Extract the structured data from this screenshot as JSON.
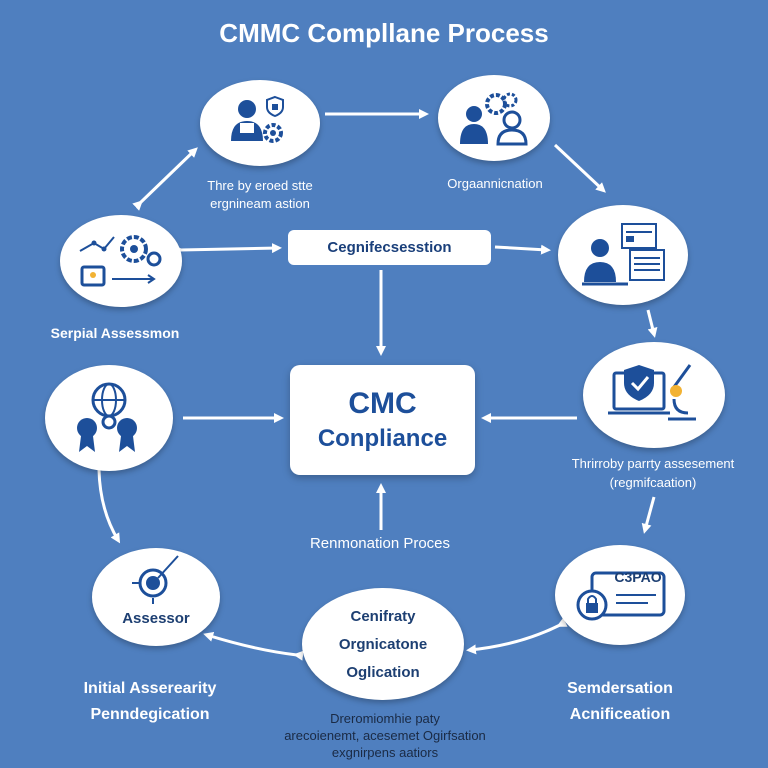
{
  "title": "CMMC Compllane Process",
  "center": {
    "line1": "CMC",
    "line2": "Conpliance"
  },
  "top_box": "Cegnifecsesstion",
  "labels": {
    "top_left_1": "Thre by eroed stte",
    "top_left_2": "ergnineam astion",
    "top_right": "Orgaannicnation",
    "left_mid": "Serpial Assessmon",
    "right_mid_1": "Thrirroby parrty assesement",
    "right_mid_2": "(regmifcaation)",
    "bottom_center": "Renmonation Proces",
    "bottom_left_1": "Initial Asserearity",
    "bottom_left_2": "Penndegication",
    "bottom_right_1": "Semdersation",
    "bottom_right_2": "Acnificeation",
    "bottom_small_1": "Dreromiomhie paty",
    "bottom_small_2": "arecoienemt, acesemet Ogirfsation",
    "bottom_small_3": "exgnirpens aatiors"
  },
  "nodes": {
    "assessor_text": "Assessor",
    "bottom_center_1": "Cenifraty",
    "bottom_center_2": "Orgnicatone",
    "bottom_center_3": "Oglication",
    "c3pao_text": "C3PAO"
  },
  "colors": {
    "background": "#4f7fbf",
    "icon_blue": "#1d4f9a",
    "arrow": "#ffffff"
  }
}
